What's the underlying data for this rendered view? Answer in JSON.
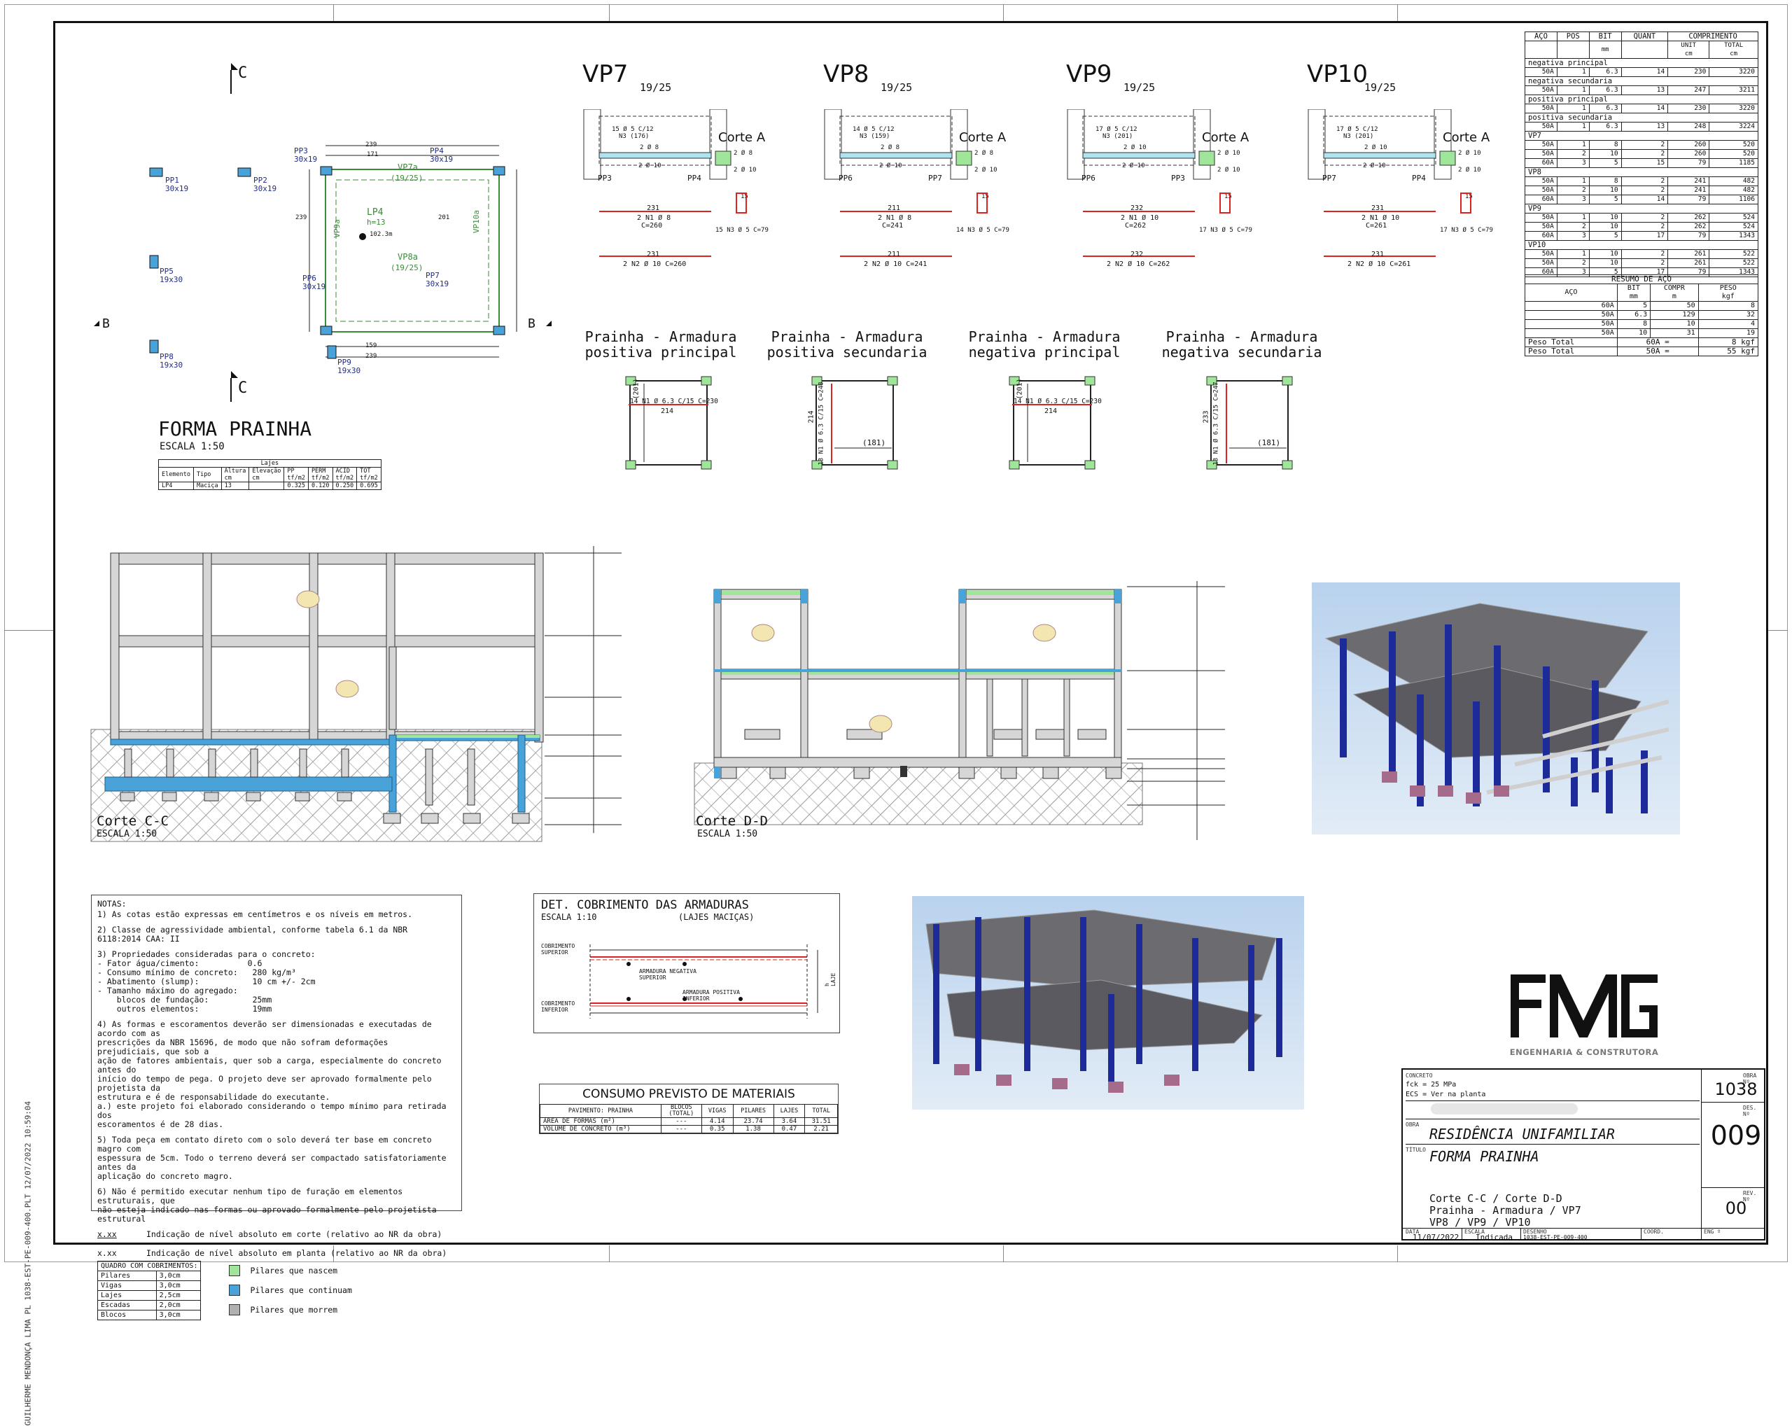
{
  "side_text": "GUILHERME MENDONÇA LIMA PL 1038-EST-PE-009-400.PLT 12/07/2022 10:59:04",
  "forma": {
    "title": "FORMA PRAINHA",
    "scale": "ESCALA 1:50",
    "axis_b_left": "B",
    "axis_b_right": "B",
    "axis_c_top": "C",
    "axis_c_bottom": "C",
    "pillars": [
      {
        "name": "PP1",
        "size": "30x19"
      },
      {
        "name": "PP2",
        "size": "30x19"
      },
      {
        "name": "PP3",
        "size": "30x19"
      },
      {
        "name": "PP4",
        "size": "30x19"
      },
      {
        "name": "PP5",
        "size": "19x30"
      },
      {
        "name": "PP6",
        "size": "30x19"
      },
      {
        "name": "PP7",
        "size": "30x19"
      },
      {
        "name": "PP8",
        "size": "19x30"
      },
      {
        "name": "PP9",
        "size": "19x30"
      }
    ],
    "slab_label": "LP4",
    "slab_h": "h=13",
    "slab_level": "102.3m",
    "beams": [
      "VP7a",
      "VP8a",
      "VP9a",
      "VP10a"
    ],
    "beam_dims": "(19/25)",
    "dims": {
      "top": "239",
      "top2": "171",
      "left": "239",
      "right": "201",
      "bottom": "159",
      "bottom2": "239"
    },
    "lajes_table": {
      "caption": "Lajes",
      "headers": [
        "Elemento",
        "Tipo",
        "Altura\ncm",
        "Elevação\ncm",
        "PP\ntf/m2",
        "PERM\ntf/m2",
        "ACID\ntf/m2",
        "TOT\ntf/m2"
      ],
      "rows": [
        [
          "LP4",
          "Maciça",
          "13",
          "",
          "0.325",
          "0.120",
          "0.250",
          "0.695"
        ]
      ]
    }
  },
  "beams": [
    {
      "title": "VP7",
      "sec": "19/25",
      "stirrups": "15 Ø 5 C/12",
      "stirrup_n": "N3 (176)",
      "top_bar": "2 Ø 8",
      "bot_bar": "2 Ø 10",
      "left_p": "PP3",
      "right_p": "PP4",
      "corte": "Corte A",
      "c_top": "2 Ø 8",
      "c_bot": "2 Ø 10",
      "len1": "231",
      "bar1": "2 N1 Ø 8",
      "c1": "C=260",
      "len2": "231",
      "bar2": "2 N2 Ø 10 C=260",
      "hook": "15",
      "stirr_note": "15 N3 Ø 5 C=79"
    },
    {
      "title": "VP8",
      "sec": "19/25",
      "stirrups": "14 Ø 5 C/12",
      "stirrup_n": "N3 (159)",
      "top_bar": "2 Ø 8",
      "bot_bar": "2 Ø 10",
      "left_p": "PP6",
      "right_p": "PP7",
      "corte": "Corte A",
      "c_top": "2 Ø 8",
      "c_bot": "2 Ø 10",
      "len1": "211",
      "bar1": "2 N1 Ø 8",
      "c1": "C=241",
      "len2": "211",
      "bar2": "2 N2 Ø 10 C=241",
      "hook": "15",
      "stirr_note": "14 N3 Ø 5 C=79"
    },
    {
      "title": "VP9",
      "sec": "19/25",
      "stirrups": "17 Ø 5 C/12",
      "stirrup_n": "N3 (201)",
      "top_bar": "2 Ø 10",
      "bot_bar": "2 Ø 10",
      "left_p": "PP6",
      "right_p": "PP3",
      "corte": "Corte A",
      "c_top": "2 Ø 10",
      "c_bot": "2 Ø 10",
      "len1": "232",
      "bar1": "2 N1 Ø 10",
      "c1": "C=262",
      "len2": "232",
      "bar2": "2 N2 Ø 10 C=262",
      "hook": "15",
      "stirr_note": "17 N3 Ø 5 C=79"
    },
    {
      "title": "VP10",
      "sec": "19/25",
      "stirrups": "17 Ø 5 C/12",
      "stirrup_n": "N3 (201)",
      "top_bar": "2 Ø 10",
      "bot_bar": "2 Ø 10",
      "left_p": "PP7",
      "right_p": "PP4",
      "corte": "Corte A",
      "c_top": "2 Ø 10",
      "c_bot": "2 Ø 10",
      "len1": "231",
      "bar1": "2 N1 Ø 10",
      "c1": "C=261",
      "len2": "231",
      "bar2": "2 N2 Ø 10 C=261",
      "hook": "15",
      "stirr_note": "17 N3 Ø 5 C=79"
    }
  ],
  "steel_table": {
    "headers": [
      "AÇO",
      "POS",
      "BIT",
      "QUANT",
      "COMPRIMENTO"
    ],
    "subheaders": [
      "",
      "",
      "mm",
      "",
      "UNIT\ncm",
      "TOTAL\ncm"
    ],
    "groups": [
      {
        "name": "negativa principal",
        "rows": [
          [
            "50A",
            "1",
            "6.3",
            "14",
            "230",
            "3220"
          ]
        ]
      },
      {
        "name": "negativa secundaria",
        "rows": [
          [
            "50A",
            "1",
            "6.3",
            "13",
            "247",
            "3211"
          ]
        ]
      },
      {
        "name": "positiva principal",
        "rows": [
          [
            "50A",
            "1",
            "6.3",
            "14",
            "230",
            "3220"
          ]
        ]
      },
      {
        "name": "positiva secundaria",
        "rows": [
          [
            "50A",
            "1",
            "6.3",
            "13",
            "248",
            "3224"
          ]
        ]
      },
      {
        "name": "VP7",
        "rows": [
          [
            "50A",
            "1",
            "8",
            "2",
            "260",
            "520"
          ],
          [
            "50A",
            "2",
            "10",
            "2",
            "260",
            "520"
          ],
          [
            "60A",
            "3",
            "5",
            "15",
            "79",
            "1185"
          ]
        ]
      },
      {
        "name": "VP8",
        "rows": [
          [
            "50A",
            "1",
            "8",
            "2",
            "241",
            "482"
          ],
          [
            "50A",
            "2",
            "10",
            "2",
            "241",
            "482"
          ],
          [
            "60A",
            "3",
            "5",
            "14",
            "79",
            "1106"
          ]
        ]
      },
      {
        "name": "VP9",
        "rows": [
          [
            "50A",
            "1",
            "10",
            "2",
            "262",
            "524"
          ],
          [
            "50A",
            "2",
            "10",
            "2",
            "262",
            "524"
          ],
          [
            "60A",
            "3",
            "5",
            "17",
            "79",
            "1343"
          ]
        ]
      },
      {
        "name": "VP10",
        "rows": [
          [
            "50A",
            "1",
            "10",
            "2",
            "261",
            "522"
          ],
          [
            "50A",
            "2",
            "10",
            "2",
            "261",
            "522"
          ],
          [
            "60A",
            "3",
            "5",
            "17",
            "79",
            "1343"
          ]
        ]
      }
    ]
  },
  "resumo": {
    "caption": "RESUMO DE AÇO",
    "headers": [
      "AÇO",
      "BIT\nmm",
      "COMPR\nm",
      "PESO\nkgf"
    ],
    "rows": [
      [
        "60A",
        "5",
        "50",
        "8"
      ],
      [
        "50A",
        "6.3",
        "129",
        "32"
      ],
      [
        "50A",
        "8",
        "10",
        "4"
      ],
      [
        "50A",
        "10",
        "31",
        "19"
      ]
    ],
    "totals": [
      [
        "Peso Total",
        "60A =",
        "8 kgf"
      ],
      [
        "Peso Total",
        "50A =",
        "55 kgf"
      ]
    ]
  },
  "prainha": [
    {
      "title": "Prainha - Armadura\npositiva principal",
      "bar": "14 N1 Ø 6.3 C/15 C=230",
      "dim": "214",
      "dim2": "(201)"
    },
    {
      "title": "Prainha - Armadura\npositiva secundaria",
      "bar": "13 N1 Ø 6.3 C/15 C=248",
      "dim": "(181)",
      "dim2": "214"
    },
    {
      "title": "Prainha - Armadura\nnegativa principal",
      "bar": "14 N1 Ø 6.3 C/15 C=230",
      "dim": "214",
      "dim2": "(201)"
    },
    {
      "title": "Prainha - Armadura\nnegativa secundaria",
      "bar": "13 N1 Ø 6.3 C/15 C=247",
      "dim": "(181)",
      "dim2": "233"
    }
  ],
  "corte_cc": {
    "title": "Corte C-C",
    "scale": "ESCALA 1:50"
  },
  "corte_dd": {
    "title": "Corte D-D",
    "scale": "ESCALA 1:50"
  },
  "notes": {
    "heading": "NOTAS:",
    "items": [
      "1) As cotas estão expressas em centímetros e os níveis em metros.",
      "2) Classe de agressividade ambiental, conforme tabela 6.1 da NBR 6118:2014 CAA: II",
      "3) Propriedades consideradas para o concreto:\n- Fator água/cimento:          0.6\n- Consumo mínimo de concreto:   280 kg/m³\n- Abatimento (slump):           10 cm +/- 2cm\n- Tamanho máximo do agregado:\n    blocos de fundação:         25mm\n    outros elementos:           19mm",
      "4) As formas e escoramentos deverão ser dimensionadas e executadas de acordo com as\nprescrições da NBR 15696, de modo que não sofram deformações prejudiciais, que sob a\nação de fatores ambientais, quer sob a carga, especialmente do concreto antes do\ninício do tempo de pega. O projeto deve ser aprovado formalmente pelo projetista da\nestrutura e é de responsabilidade do executante.\na.) este projeto foi elaborado considerando o tempo mínimo para retirada dos\nescoramentos é de 28 dias.",
      "5) Toda peça em contato direto com o solo deverá ter base em concreto magro com\nespessura de 5cm. Todo o terreno deverá ser compactado satisfatoriamente antes da\naplicação do concreto magro.",
      "6) Não é permitido executar nenhum tipo de furação em elementos estruturais, que\nnão esteja indicado nas formas ou aprovado formalmente pelo projetista estrutural"
    ],
    "level_mark": "x.xx",
    "level_cut": "Indicação de nível absoluto em corte (relativo ao NR da obra)",
    "level_plan": "Indicação de nível absoluto em planta (relativo ao NR da obra)",
    "legend": [
      {
        "label": "Pilares que nascem",
        "color": "#9fe59a"
      },
      {
        "label": "Pilares que continuam",
        "color": "#4aa3d8"
      },
      {
        "label": "Pilares que morrem",
        "color": "#b0b0b0"
      }
    ],
    "cover_table": {
      "caption": "QUADRO COM COBRIMENTOS:",
      "rows": [
        [
          "Pilares",
          "3,0cm"
        ],
        [
          "Vigas",
          "3,0cm"
        ],
        [
          "Lajes",
          "2,5cm"
        ],
        [
          "Escadas",
          "2,0cm"
        ],
        [
          "Blocos",
          "3,0cm"
        ]
      ]
    }
  },
  "det": {
    "title": "DET. COBRIMENTO DAS ARMADURAS",
    "scale": "ESCALA 1:10",
    "subtitle": "(LAJES MACIÇAS)",
    "cob_sup": "COBRIMENTO\nSUPERIOR",
    "cob_inf": "COBRIMENTO\nINFERIOR",
    "arm_neg": "ARMADURA NEGATIVA\nSUPERIOR",
    "arm_pos": "ARMADURA POSITIVA\nINFERIOR",
    "h_laje": "h LAJE"
  },
  "consumo": {
    "title": "CONSUMO PREVISTO DE MATERIAIS",
    "headers": [
      "PAVIMENTO: PRAINHA",
      "BLOCOS\n(TOTAL)",
      "VIGAS",
      "PILARES",
      "LAJES",
      "TOTAL"
    ],
    "rows": [
      [
        "ÁREA DE FORMAS (m²)",
        "---",
        "4.14",
        "23.74",
        "3.64",
        "31.51"
      ],
      [
        "VOLUME DE CONCRETO (m³)",
        "---",
        "0.35",
        "1.38",
        "0.47",
        "2.21"
      ]
    ]
  },
  "logo": {
    "caption": "ENGENHARIA & CONSTRUTORA"
  },
  "title_block": {
    "concreto_lbl": "CONCRETO",
    "fck": "fck = 25   MPa",
    "ecs": "ECS = Ver na planta",
    "obra_lbl": "OBRA",
    "obra": "RESIDÊNCIA UNIFAMILIAR",
    "titulo_lbl": "TÍTULO",
    "titulo": "FORMA PRAINHA",
    "contents": "Corte C-C / Corte D-D\nPrainha - Armadura / VP7\nVP8 / VP9 / VP10",
    "obra_n_lbl": "OBRA Nº",
    "obra_n": "1038",
    "des_lbl": "DES. Nº",
    "des_n": "009",
    "rev_lbl": "REV. Nº",
    "rev_n": "00",
    "data_lbl": "DATA",
    "data": "11/07/2022",
    "escala_lbl": "ESCALA",
    "escala": "Indicada",
    "desenho_lbl": "DESENHO",
    "desenho": "1038-EST-PE-009-400",
    "coord_lbl": "COORD.",
    "eng_lbl": "ENG º"
  },
  "colors": {
    "blue_pillar": "#4aa3d8",
    "green_pillar": "#9fe59a",
    "red_bar": "#d22",
    "render_sky": "#cfe0f2",
    "render_blue": "#1c2a9a"
  }
}
